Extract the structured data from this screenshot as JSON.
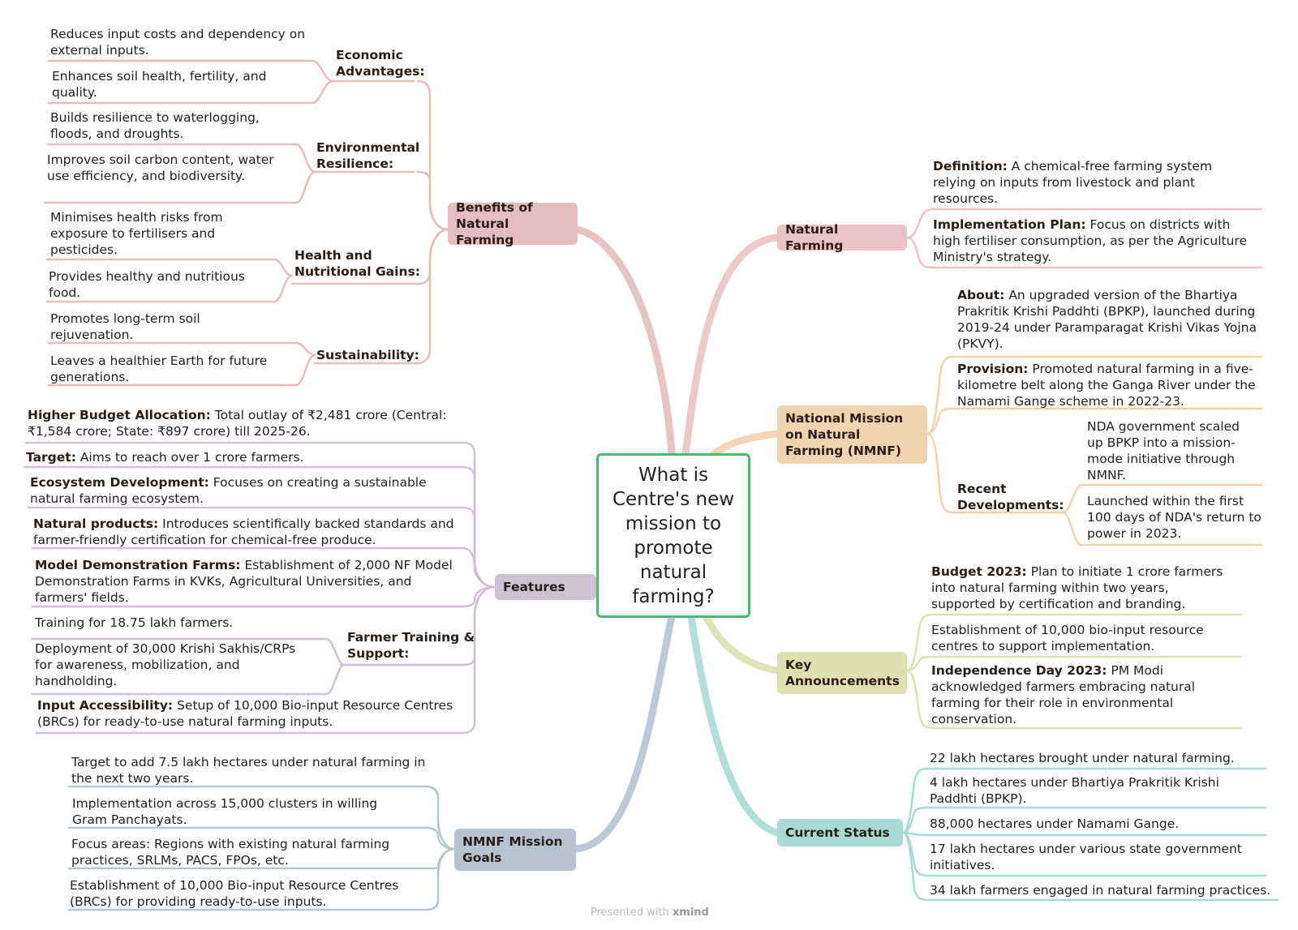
{
  "central": "What is Centre's new mission to promote natural farming?",
  "watermark": {
    "prefix": "Presented with",
    "brand": "xmind"
  },
  "colors": {
    "benefits": "#e5bdbd",
    "features": "#cfc0d3",
    "goals": "#b8c3d2",
    "natural": "#ebc3c6",
    "nmnf": "#f2d3b0",
    "key": "#dde1b0",
    "status": "#a9dbd4",
    "central_border": "#3fbf6a"
  },
  "benefits": {
    "title": "Benefits of Natural Farming",
    "economic": {
      "label": "Economic Advantages:",
      "items": [
        "Reduces input costs and dependency on external inputs.",
        "Enhances soil health, fertility, and quality."
      ]
    },
    "environmental": {
      "label": "Environmental Resilience:",
      "items": [
        "Builds resilience to waterlogging, floods, and droughts.",
        "Improves soil carbon content, water use efficiency, and biodiversity."
      ]
    },
    "health": {
      "label": "Health and Nutritional Gains:",
      "items": [
        "Minimises health risks from exposure to fertilisers and pesticides.",
        "Provides healthy and nutritious food."
      ]
    },
    "sustainability": {
      "label": "Sustainability:",
      "items": [
        "Promotes long-term soil rejuvenation.",
        "Leaves a healthier Earth for future generations."
      ]
    }
  },
  "features": {
    "title": "Features",
    "budget": {
      "label": "Higher Budget Allocation:",
      "text": " Total outlay of ₹2,481 crore (Central: ₹1,584 crore; State: ₹897 crore) till 2025-26."
    },
    "target": {
      "label": "Target:",
      "text": " Aims to reach over 1 crore farmers."
    },
    "ecosystem": {
      "label": "Ecosystem Development:",
      "text": " Focuses on creating a sustainable natural farming ecosystem."
    },
    "products": {
      "label": "Natural products:",
      "text": " Introduces scientifically backed standards and farmer-friendly certification for chemical-free produce."
    },
    "model": {
      "label": "Model Demonstration Farms:",
      "text": " Establishment of 2,000 NF Model Demonstration Farms in KVKs, Agricultural Universities, and farmers' fields."
    },
    "training": {
      "label": "Farmer Training & Support:",
      "items": [
        "Training for 18.75 lakh farmers.",
        "Deployment of 30,000 Krishi Sakhis/CRPs for awareness, mobilization, and handholding."
      ]
    },
    "input": {
      "label": "Input Accessibility:",
      "text": " Setup of 10,000 Bio-input Resource Centres (BRCs) for ready-to-use natural farming inputs."
    }
  },
  "goals": {
    "title": "NMNF Mission Goals",
    "items": [
      "Target to add 7.5 lakh hectares under natural farming in the next two years.",
      "Implementation across 15,000 clusters in willing Gram Panchayats.",
      "Focus areas: Regions with existing natural farming practices, SRLMs, PACS, FPOs, etc.",
      "Establishment of 10,000 Bio-input Resource Centres (BRCs) for providing ready-to-use inputs."
    ]
  },
  "natural": {
    "title": "Natural Farming",
    "definition": {
      "label": "Definition:",
      "text": " A chemical-free farming system relying on inputs from livestock and plant resources."
    },
    "plan": {
      "label": "Implementation Plan:",
      "text": " Focus on districts with high fertiliser consumption, as per the Agriculture Ministry's strategy."
    }
  },
  "nmnf": {
    "title": "National Mission on Natural Farming (NMNF)",
    "about": {
      "label": "About:",
      "text": " An upgraded version of the Bhartiya Prakritik Krishi Paddhti (BPKP), launched during 2019-24 under Paramparagat Krishi Vikas Yojna (PKVY)."
    },
    "provision": {
      "label": "Provision:",
      "text": " Promoted natural farming in a five-kilometre belt along the Ganga River under the Namami Gange scheme in 2022-23."
    },
    "recent": {
      "label": "Recent Developments:",
      "items": [
        "NDA government scaled up BPKP into a mission-mode initiative through NMNF.",
        "Launched within the first 100 days of NDA's return to power in 2023."
      ]
    }
  },
  "key": {
    "title": "Key Announcements",
    "budget": {
      "label": "Budget 2023:",
      "text": " Plan to initiate 1 crore farmers into natural farming within two years, supported by certification and branding."
    },
    "centres": "Establishment of 10,000 bio-input resource centres to support implementation.",
    "independence": {
      "label": "Independence Day 2023:",
      "text": " PM Modi acknowledged farmers embracing natural farming for their role in environmental conservation."
    }
  },
  "status": {
    "title": "Current Status",
    "items": [
      "22 lakh hectares brought under natural farming.",
      "4 lakh hectares under Bhartiya Prakritik Krishi Paddhti (BPKP).",
      "88,000 hectares under Namami Gange.",
      "17 lakh hectares under various state government initiatives.",
      "34 lakh farmers engaged in natural farming practices."
    ]
  }
}
